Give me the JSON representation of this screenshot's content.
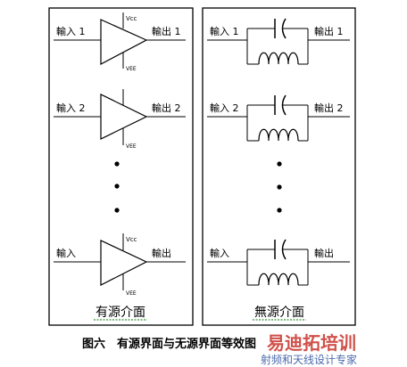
{
  "left_panel": {
    "title": "有源介面",
    "blocks": [
      {
        "input": "輸入 1",
        "output": "輸出 1",
        "vcc": "Vcc",
        "vee": "VEE"
      },
      {
        "input": "輸入 2",
        "output": "輸出 2",
        "vcc": "",
        "vee": "VEE"
      },
      {
        "input": "輸入",
        "output": "輸出",
        "vcc": "Vcc",
        "vee": "VEE"
      }
    ]
  },
  "right_panel": {
    "title": "無源介面",
    "blocks": [
      {
        "input": "輸入 1",
        "output": "輸出 1"
      },
      {
        "input": "輸入 2",
        "output": "輸出 2"
      },
      {
        "input": "輸入",
        "output": "輸出"
      }
    ]
  },
  "caption": "图六　有源界面与无源界面等效图",
  "watermark": {
    "main": "易迪拓培训",
    "sub": "射频和天线设计专家"
  },
  "colors": {
    "line": "#000000",
    "underline": "#3a8f3a",
    "watermark_red": "#c8322b",
    "watermark_blue": "#2b4f9e"
  }
}
